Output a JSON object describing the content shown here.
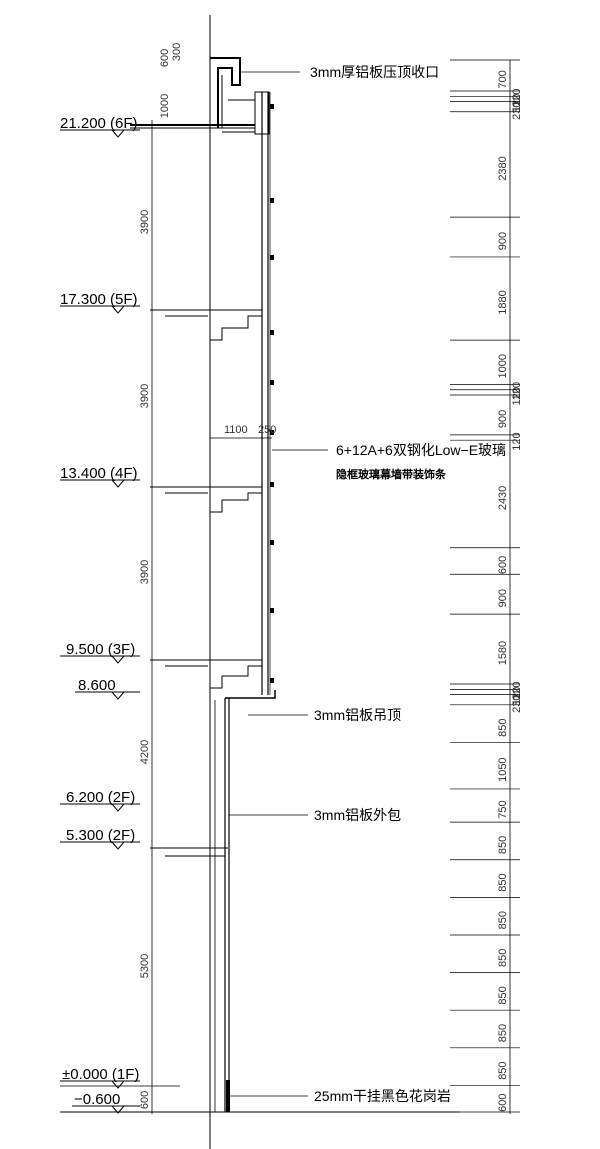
{
  "levels": [
    {
      "id": "6f",
      "label": "21.200 (6F)"
    },
    {
      "id": "5f",
      "label": "17.300 (5F)"
    },
    {
      "id": "4f",
      "label": "13.400 (4F)"
    },
    {
      "id": "3f",
      "label": "9.500 (3F)"
    },
    {
      "id": "8600",
      "label": "8.600"
    },
    {
      "id": "2f-a",
      "label": "6.200 (2F)"
    },
    {
      "id": "2f-b",
      "label": "5.300 (2F)"
    },
    {
      "id": "1f",
      "label": "±0.000 (1F)"
    },
    {
      "id": "m600",
      "label": "−0.600"
    }
  ],
  "callouts": {
    "coping": "3mm厚铝板压顶收口",
    "glass": "6+12A+6双钢化Low−E玻璃",
    "glass_sub": "隐框玻璃幕墙带装饰条",
    "soffit": "3mm铝板吊顶",
    "cladding": "3mm铝板外包",
    "stone": "25mm干挂黑色花岗岩"
  },
  "left_dims": [
    "3900",
    "3900",
    "3900",
    "4200",
    "5300",
    "600"
  ],
  "top_dims": [
    "600",
    "300",
    "1000"
  ],
  "mid_dims": [
    "1100",
    "250"
  ],
  "right_dims": [
    "700",
    "120",
    "120",
    "230",
    "2380",
    "900",
    "1880",
    "1000",
    "120",
    "120",
    "900",
    "120",
    "2430",
    "600",
    "900",
    "1580",
    "120",
    "120",
    "230",
    "850",
    "1050",
    "750",
    "850",
    "850",
    "850",
    "850",
    "850",
    "850",
    "850",
    "600"
  ]
}
